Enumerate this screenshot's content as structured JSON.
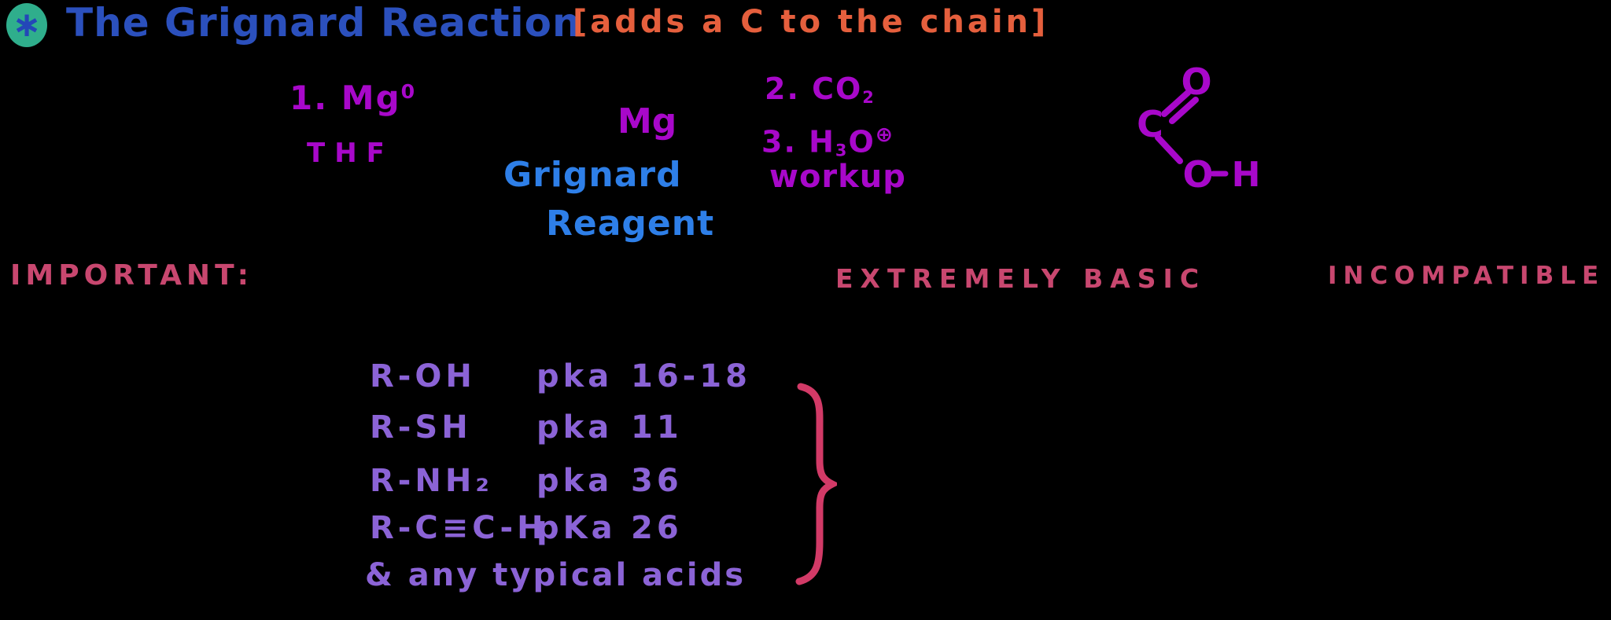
{
  "page": {
    "background": "#000000"
  },
  "header": {
    "bullet_glyph": "∗",
    "bullet_bg": "#2fae8c",
    "bullet_fg": "#2347b8",
    "title": "The Grignard Reaction",
    "title_color": "#2b50bd",
    "annotation": "[adds a C to the chain]",
    "annotation_color": "#e55f3d"
  },
  "scheme": {
    "ink_purple": "#a808ca",
    "ink_blue": "#2e7fe8",
    "step1_main": "1. Mg",
    "step1_sup": "0",
    "step1_solvent": "THF",
    "intermediate_symbol": "Mg",
    "intermediate_name_line1": "Grignard",
    "intermediate_name_line2": "Reagent",
    "step2_main": "2. CO",
    "step2_sub": "2",
    "step3_main": "3. H",
    "step3_sub": "3",
    "step3_tail": "O",
    "step3_sup": "⊕",
    "step3_note": "workup",
    "product": {
      "atom_top": "O",
      "atom_center": "C",
      "atom_bottom": "O",
      "atom_h": "H",
      "bond_color": "#a808ca"
    }
  },
  "warnings": {
    "ink_pink": "#c8476f",
    "important": "IMPORTANT:",
    "extremely_basic": "EXTREMELY BASIC",
    "incompatible": "INCOMPATIBLE"
  },
  "pka": {
    "ink_purple": "#8b63d6",
    "brace_color": "#d23a67",
    "rows": [
      {
        "formula": "R-OH",
        "label": "pka",
        "value": "16-18"
      },
      {
        "formula": "R-SH",
        "label": "pka",
        "value": "11"
      },
      {
        "formula": "R-NH₂",
        "label": "pka",
        "value": "36"
      },
      {
        "formula": "R-C≡C-H",
        "label": "pKa",
        "value": "26"
      }
    ],
    "footer": "& any typical acids"
  }
}
